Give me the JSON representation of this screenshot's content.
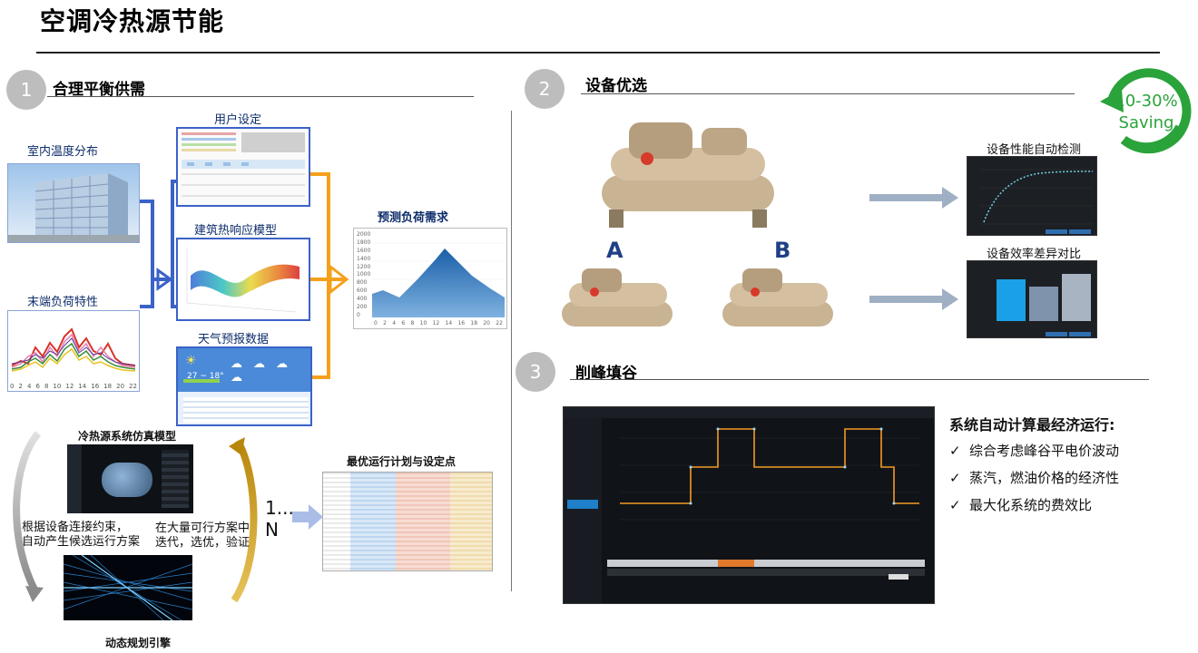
{
  "page": {
    "title": "空调冷热源节能"
  },
  "section1": {
    "number": "1",
    "title": "合理平衡供需",
    "indoor_temp_label": "室内温度分布",
    "terminal_load_label": "末端负荷特性",
    "terminal_xticks": [
      "0",
      "2",
      "4",
      "6",
      "8",
      "10",
      "12",
      "14",
      "16",
      "18",
      "20",
      "22"
    ],
    "user_settings_label": "用户设定",
    "building_model_label": "建筑热响应模型",
    "weather_label": "天气预报数据",
    "weather_temp": "27 ~ 18°",
    "forecast_title": "预测负荷需求",
    "forecast_yticks": [
      "2000",
      "1800",
      "1600",
      "1400",
      "1200",
      "1000",
      "800",
      "600",
      "400",
      "200",
      "0"
    ],
    "forecast_xticks": [
      "0",
      "2",
      "4",
      "6",
      "8",
      "10",
      "12",
      "14",
      "16",
      "18",
      "20",
      "22"
    ],
    "sim_model_label": "冷热源系统仿真模型",
    "constraint_text_1": "根据设备连接约束，",
    "constraint_text_2": "自动产生候选运行方案",
    "iterate_text_1": "在大量可行方案中",
    "iterate_text_2": "迭代，选优，验证",
    "engine_label": "动态规划引擎",
    "count_label_1": "1...",
    "count_label_2": "N",
    "plan_label": "最优运行计划与设定点"
  },
  "section2": {
    "number": "2",
    "title": "设备优选",
    "saving_1": "10-30%",
    "saving_2": "Saving",
    "label_a": "A",
    "label_b": "B",
    "perf_label": "设备性能自动检测",
    "eff_label": "设备效率差异对比"
  },
  "section3": {
    "number": "3",
    "title": "削峰填谷",
    "bullet_header": "系统自动计算最经济运行:",
    "bullets": [
      "综合考虑峰谷平电价波动",
      "蒸汽，燃油价格的经济性",
      "最大化系统的费效比"
    ]
  },
  "colors": {
    "accent_blue": "#3b62c8",
    "accent_orange": "#f5a01a",
    "saving_green": "#2aa33a",
    "label_navy": "#0d2d6b"
  }
}
